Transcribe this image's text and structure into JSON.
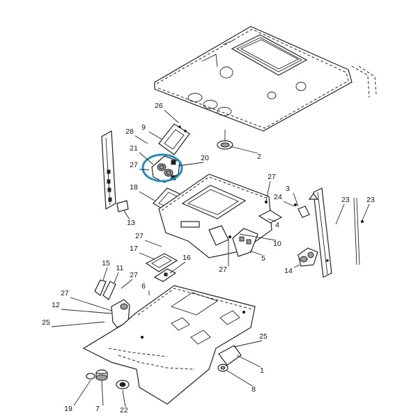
{
  "diagram": {
    "highlight_color": "#1e8fc6",
    "callouts": [
      {
        "id": "c1",
        "label": "1"
      },
      {
        "id": "c2",
        "label": "2"
      },
      {
        "id": "c3",
        "label": "3"
      },
      {
        "id": "c4",
        "label": "4"
      },
      {
        "id": "c5",
        "label": "5"
      },
      {
        "id": "c6",
        "label": "6"
      },
      {
        "id": "c7",
        "label": "7"
      },
      {
        "id": "c8",
        "label": "8"
      },
      {
        "id": "c9",
        "label": "9"
      },
      {
        "id": "c10",
        "label": "10"
      },
      {
        "id": "c11",
        "label": "11"
      },
      {
        "id": "c12",
        "label": "12"
      },
      {
        "id": "c13",
        "label": "13"
      },
      {
        "id": "c14",
        "label": "14"
      },
      {
        "id": "c15",
        "label": "15"
      },
      {
        "id": "c16",
        "label": "16"
      },
      {
        "id": "c17",
        "label": "17"
      },
      {
        "id": "c18",
        "label": "18"
      },
      {
        "id": "c19",
        "label": "19"
      },
      {
        "id": "c20",
        "label": "20"
      },
      {
        "id": "c21",
        "label": "21"
      },
      {
        "id": "c22",
        "label": "22"
      },
      {
        "id": "c23a",
        "label": "23"
      },
      {
        "id": "c23b",
        "label": "23"
      },
      {
        "id": "c24",
        "label": "24"
      },
      {
        "id": "c25a",
        "label": "25"
      },
      {
        "id": "c25b",
        "label": "25"
      },
      {
        "id": "c26",
        "label": "26"
      },
      {
        "id": "c27a",
        "label": "27"
      },
      {
        "id": "c27b",
        "label": "27"
      },
      {
        "id": "c27c",
        "label": "27"
      },
      {
        "id": "c27d",
        "label": "27"
      },
      {
        "id": "c27e",
        "label": "27"
      },
      {
        "id": "c27f",
        "label": "27"
      },
      {
        "id": "c28",
        "label": "28"
      }
    ]
  }
}
